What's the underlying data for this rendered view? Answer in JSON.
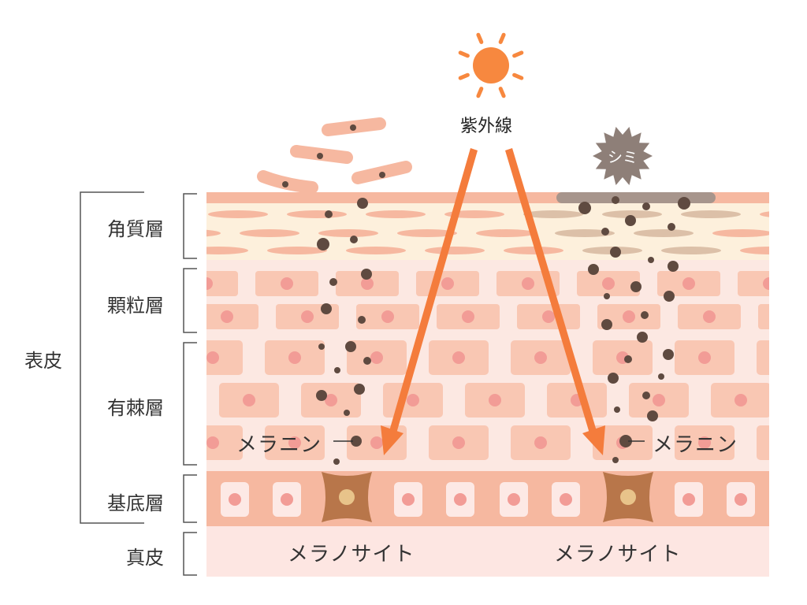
{
  "labels": {
    "epidermis": "表皮",
    "stratum_corneum": "角質層",
    "stratum_granulosum": "顆粒層",
    "stratum_spinosum": "有棘層",
    "stratum_basale": "基底層",
    "dermis": "真皮",
    "uv": "紫外線",
    "spot": "シミ",
    "melanin_left": "メラニン",
    "melanin_right": "メラニン",
    "melanocyte_left": "メラノサイト",
    "melanocyte_right": "メラノサイト"
  },
  "icons": [
    "sun-icon",
    "spot-starburst-icon",
    "melanocyte-cell-icon"
  ],
  "colors": {
    "skin_surface": "#f6b8a0",
    "corneum_bg": "#fdf0dc",
    "corneum_cell": "#f6b8a0",
    "corneum_cell_dark": "#dcc0a8",
    "granular_bg": "#fce8e2",
    "cell": "#f9c7b3",
    "nucleus": "#f29c96",
    "basal_bg": "#f6b8a0",
    "basal_cell": "#fde9e5",
    "dermis_bg": "#fde6e2",
    "uv_arrow": "#f47c3c",
    "sun": "#f7883f",
    "melanin": "#5f4a40",
    "melanocyte": "#b8764a",
    "spot_icon": "#8e7f78",
    "bracket": "#555555"
  }
}
